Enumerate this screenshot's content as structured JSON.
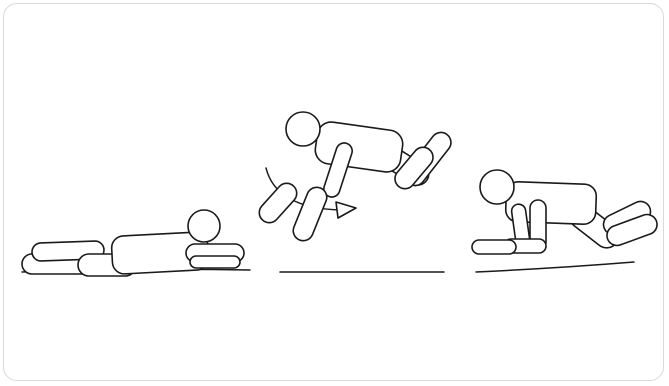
{
  "illustration": {
    "panels": [
      {
        "pose": "lying-prone"
      },
      {
        "pose": "pushing-up-leap"
      },
      {
        "pose": "crawling"
      }
    ],
    "colors": {
      "line": "#1a1a1a",
      "fill": "#ffffff",
      "frame": "#d9d9d9"
    }
  }
}
